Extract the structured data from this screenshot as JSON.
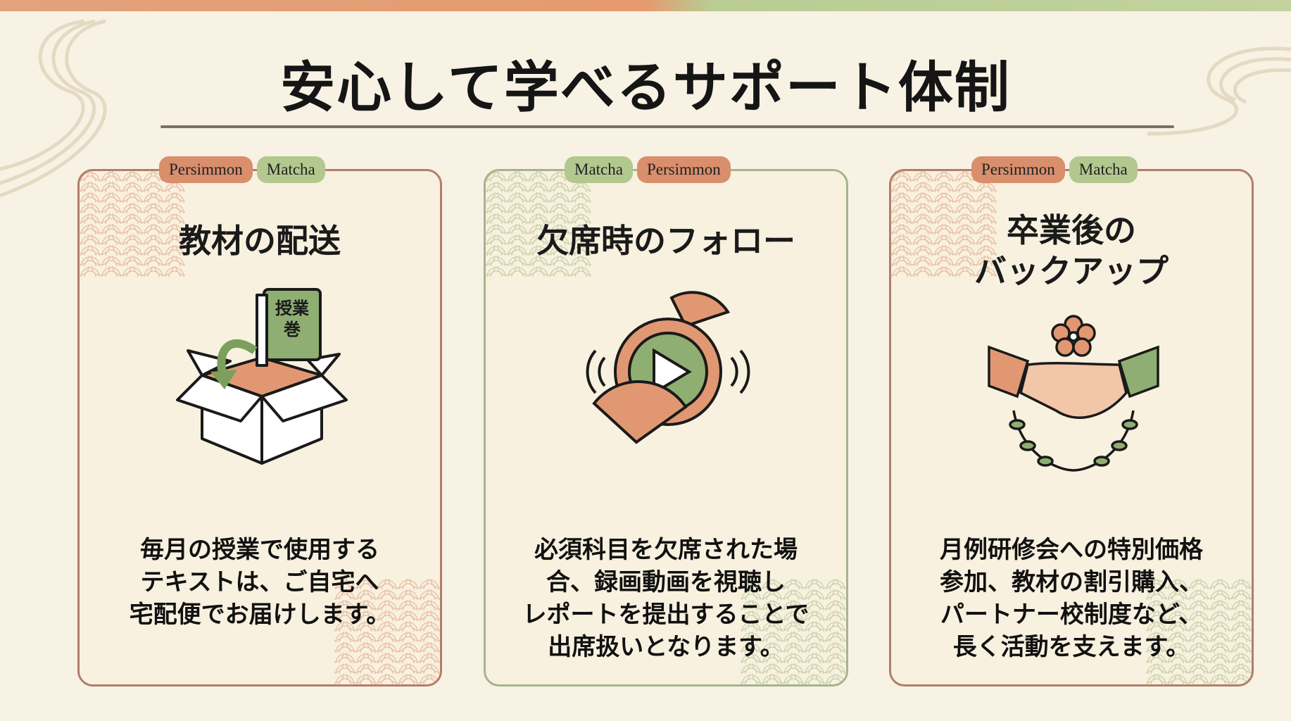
{
  "title": "安心して学べるサポート体制",
  "colors": {
    "persimmon": "#d98e6c",
    "matcha": "#b3c88e",
    "background": "#f7f2e3"
  },
  "cards": [
    {
      "tags": [
        "Persimmon",
        "Matcha"
      ],
      "heading": "教材の配送",
      "icon": "box-with-textbook-icon",
      "book_label": "授業巻",
      "body": [
        "毎月の授業で使用する",
        "テキストは、ご自宅へ",
        "宅配便でお届けします。"
      ]
    },
    {
      "tags": [
        "Matcha",
        "Persimmon"
      ],
      "heading": "欠席時のフォロー",
      "icon": "video-play-with-fans-icon",
      "body": [
        "必須科目を欠席された場",
        "合、録画動画を視聴し",
        "レポートを提出することで",
        "出席扱いとなります。"
      ]
    },
    {
      "tags": [
        "Persimmon",
        "Matcha"
      ],
      "heading": [
        "卒業後の",
        "バックアップ"
      ],
      "icon": "handshake-laurel-icon",
      "body": [
        "月例研修会への特別価格",
        "参加、教材の割引購入、",
        "パートナー校制度など、",
        "長く活動を支えます。"
      ]
    }
  ]
}
